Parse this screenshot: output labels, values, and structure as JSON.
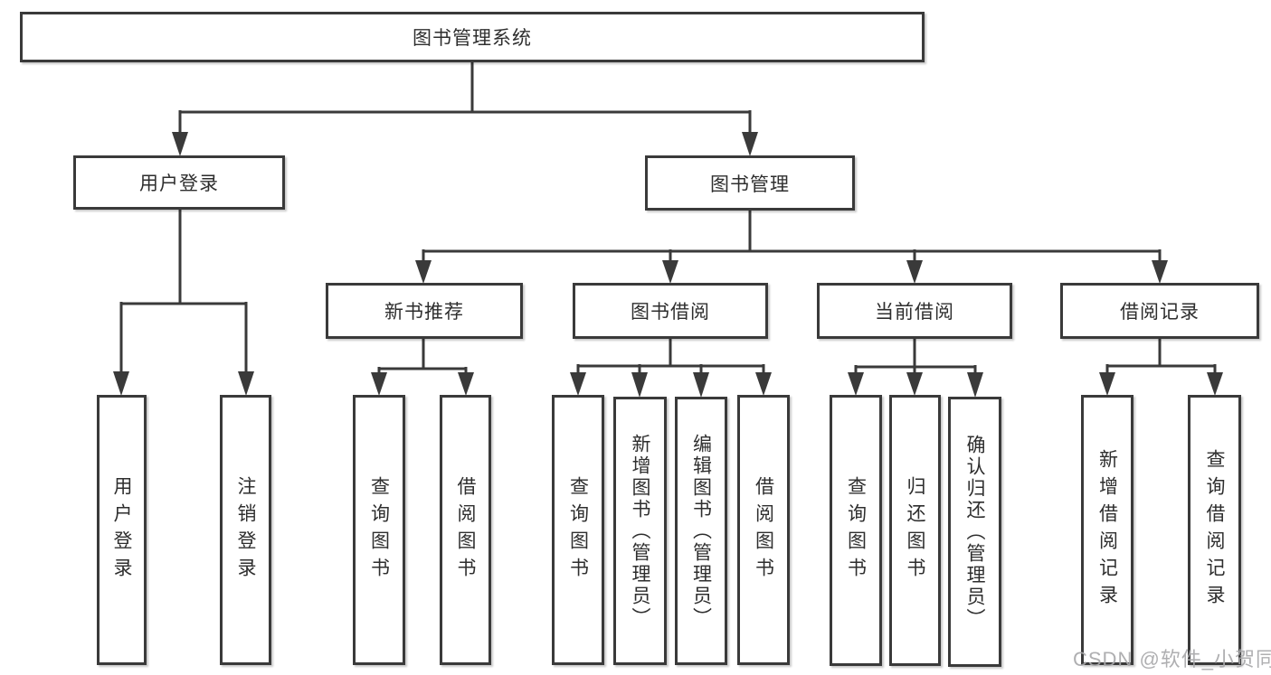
{
  "diagram": {
    "root": {
      "label": "图书管理系统"
    },
    "branches": [
      {
        "label": "用户登录",
        "children": [
          {
            "label": "用户登录"
          },
          {
            "label": "注销登录"
          }
        ]
      },
      {
        "label": "图书管理",
        "children": [
          {
            "label": "新书推荐",
            "children": [
              {
                "label": "查询图书"
              },
              {
                "label": "借阅图书"
              }
            ]
          },
          {
            "label": "图书借阅",
            "children": [
              {
                "label": "查询图书"
              },
              {
                "label": "新增图书（管理员）"
              },
              {
                "label": "编辑图书（管理员）"
              },
              {
                "label": "借阅图书"
              }
            ]
          },
          {
            "label": "当前借阅",
            "children": [
              {
                "label": "查询图书"
              },
              {
                "label": "归还图书"
              },
              {
                "label": "确认归还（管理员）"
              }
            ]
          },
          {
            "label": "借阅记录",
            "children": [
              {
                "label": "新增借阅记录"
              },
              {
                "label": "查询借阅记录"
              }
            ]
          }
        ]
      }
    ]
  },
  "watermark": {
    "text": "CSDN @软件_小贺同学"
  },
  "colors": {
    "line": "#3a3a3a",
    "box_border": "#3a3a3a",
    "box_fill": "#ffffff",
    "text": "#2e2e2e",
    "watermark": "#a8a8aa",
    "background": "#ffffff"
  }
}
